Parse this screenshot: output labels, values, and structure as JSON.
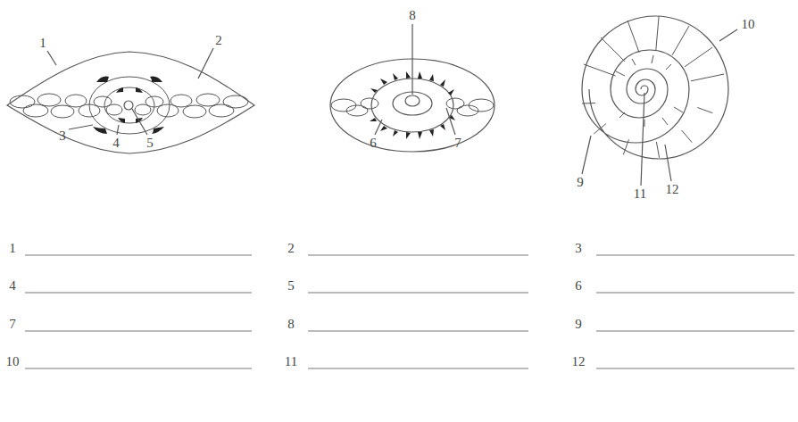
{
  "diagram": {
    "labels": [
      "1",
      "2",
      "3",
      "4",
      "5",
      "6",
      "7",
      "8",
      "9",
      "10",
      "11",
      "12",
      "1",
      "2",
      "3",
      "4",
      "5",
      "6",
      "7",
      "8",
      "9",
      "10",
      "11",
      "12"
    ]
  }
}
